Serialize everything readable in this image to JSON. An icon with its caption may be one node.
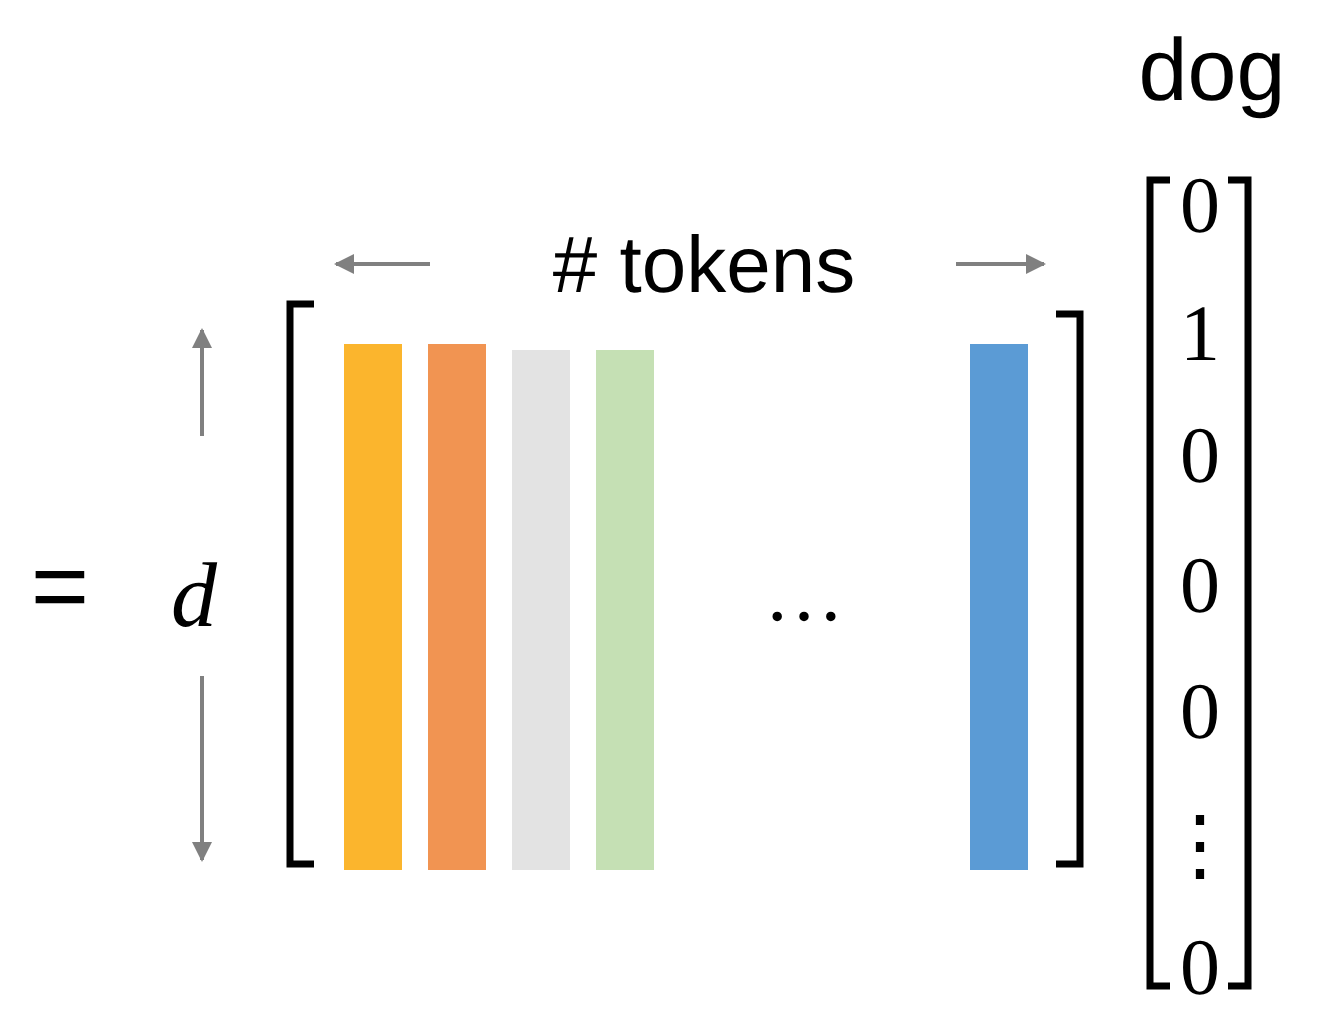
{
  "diagram": {
    "labels": [
      "dog",
      "# tokens",
      "=",
      "d",
      "…",
      "0",
      "1",
      "0",
      "0",
      "0",
      "⋮",
      "0"
    ]
  }
}
